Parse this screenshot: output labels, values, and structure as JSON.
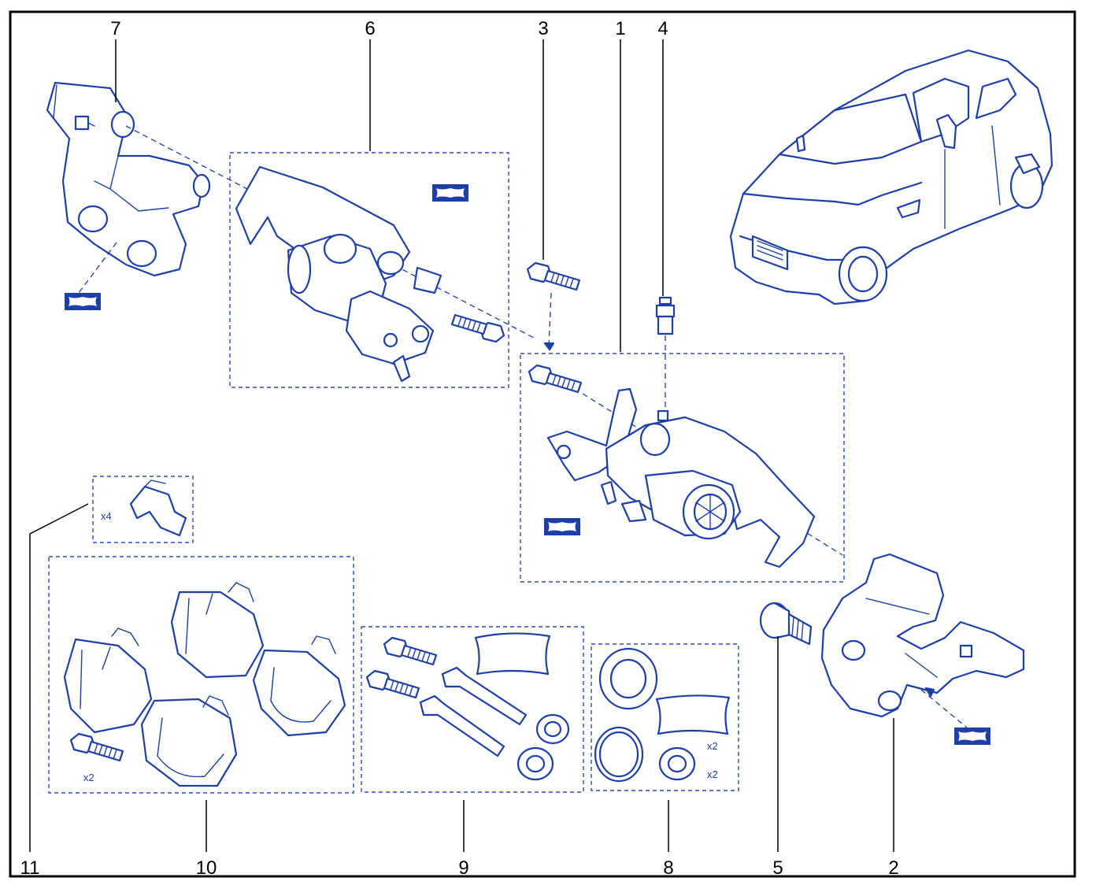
{
  "callouts": [
    "1",
    "2",
    "3",
    "4",
    "5",
    "6",
    "7",
    "8",
    "9",
    "10",
    "11"
  ],
  "quantities": {
    "clips": "x4",
    "pad_bolts": "x2",
    "kit8_sachet": "x2",
    "kit8_bushing": "x2"
  },
  "colors": {
    "line": "#1e3ea8",
    "frame": "#000000",
    "background": "#ffffff"
  },
  "icons": [
    "grease-symbol-icon",
    "car-icon",
    "brake-caliper-icon",
    "brake-pad-icon",
    "bolt-icon",
    "bleed-screw-icon",
    "seal-icon",
    "bushing-icon",
    "clip-icon",
    "carrier-bracket-icon",
    "slide-pin-icon"
  ]
}
